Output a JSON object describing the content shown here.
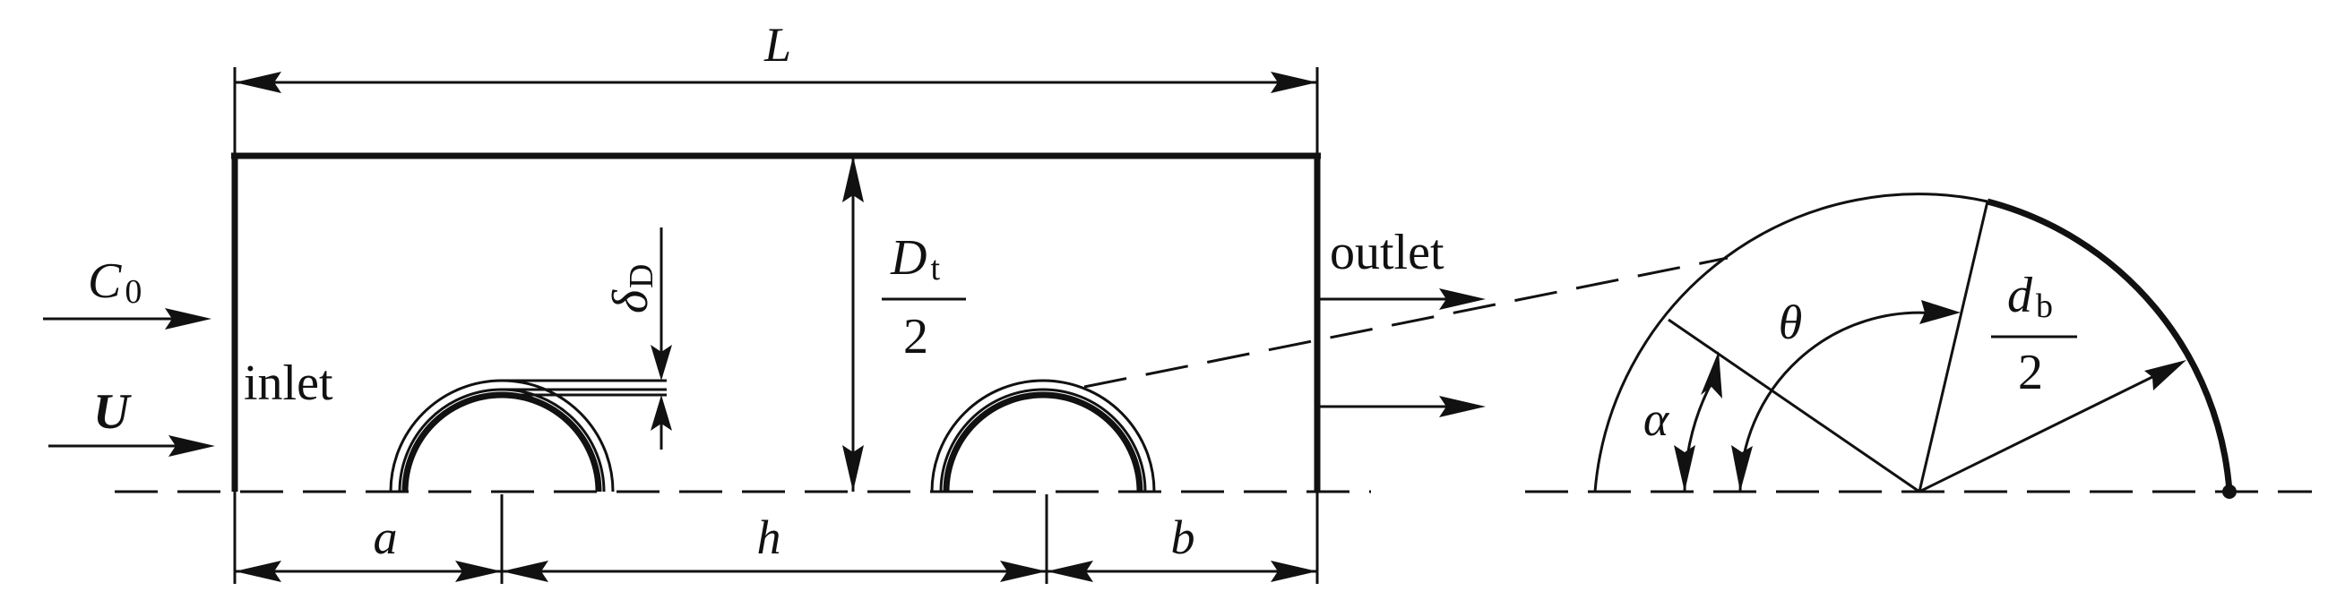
{
  "labels": {
    "L": "L",
    "C": "C",
    "C_sub": "0",
    "U": "U",
    "inlet": "inlet",
    "outlet": "outlet",
    "delta": "δ",
    "delta_sub": "D",
    "D": "D",
    "D_sub": "t",
    "D_den": "2",
    "a": "a",
    "h": "h",
    "b": "b",
    "theta": "θ",
    "alpha": "α",
    "d": "d",
    "d_sub": "b",
    "d_den": "2"
  }
}
